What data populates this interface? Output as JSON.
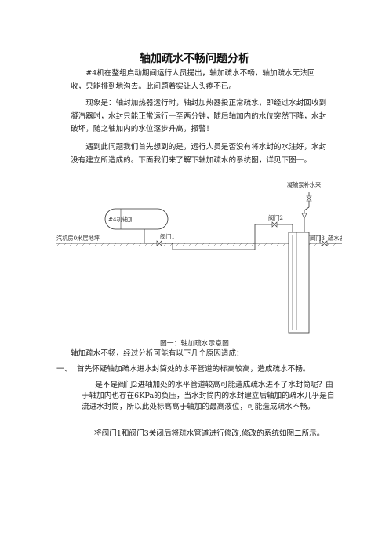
{
  "doc": {
    "title": "轴加疏水不畅问题分析",
    "paragraphs": [
      "#4机在整组启动期间运行人员提出，轴加疏水不畅，轴加疏水无法回收，只能排到地沟去。此问题着实让人头疼不已。",
      "现象是：轴封加热器运行时，轴封加热器投正常疏水，即经过水封回收到凝汽器时，水封只能正常运行一至两分钟，随后轴加内的水位突然下降，水封破坏，随之轴加内的水位逐步升高，报警！",
      "遇到此问题我们首先想到的是，运行人员是否没有将水封的水注好，水封没有建立所造成的。下面我们来了解下轴加疏水的系统图，详见下图一。"
    ],
    "caption": "图一：轴加疏水示意图",
    "analysis_intro": "轴加疏水不畅，经过分析可能有以下几个原因造成：",
    "item1_marker": "一、",
    "item1_text": "首先怀疑轴加疏水进水封筒处的水平管道的标高较高，造成疏水不畅。",
    "item1_detail": "是不是阀门2进轴加处的水平管道较高可能造成疏水进不了水封筒呢？由于轴加内也存在6KPa的负压，当水封筒内的水封建立后轴加的疏水几乎是自流进水封筒，所以此处标高高于轴加的最高液位，可能造成疏水不畅。",
    "last_line": "将阀门1和阀门3关闭后将疏水管道进行修改,修改的系统如图二所示。"
  },
  "diagram": {
    "tank_label": "#4机轴加",
    "floor_label": "汽机房0米层地坪",
    "valve1": "阀门1",
    "valve2": "阀门2",
    "valve3": "阀门3",
    "makeup_label": "凝输泵补水来",
    "outlet_label": "疏水去凝汽器"
  }
}
